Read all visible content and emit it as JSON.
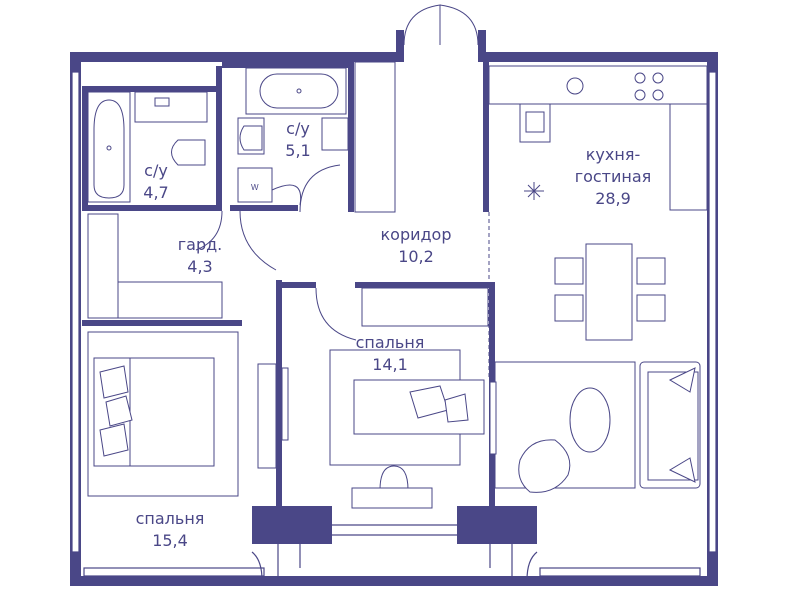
{
  "colors": {
    "wall": "#4a4787",
    "background": "#ffffff"
  },
  "rooms": [
    {
      "name": "с/у",
      "area": "4,7"
    },
    {
      "name": "с/у",
      "area": "5,1"
    },
    {
      "name": "гард.",
      "area": "4,3"
    },
    {
      "name": "коридор",
      "area": "10,2"
    },
    {
      "name": "кухня-",
      "name2": "гостиная",
      "area": "28,9"
    },
    {
      "name": "спальня",
      "area": "14,1"
    },
    {
      "name": "спальня",
      "area": "15,4"
    }
  ]
}
